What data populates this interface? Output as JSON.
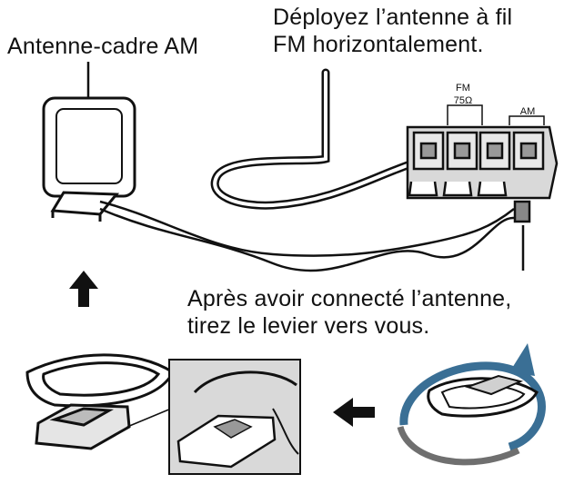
{
  "labels": {
    "am_loop_title": "Antenne-cadre AM",
    "fm_line1": "Déployez l’antenne à fil",
    "fm_line2": "FM horizontalement.",
    "after_line1": "Après avoir connecté l’antenne,",
    "after_line2": "tirez le levier vers vous."
  },
  "terminal_labels": {
    "fm": "FM",
    "fm_ohm": "75Ω",
    "am": "AM"
  },
  "colors": {
    "ink": "#111111",
    "panel_gray": "#d9d9d9",
    "arrow_gray": "#6f6f6f",
    "arrow_blue": "#3a6f95"
  },
  "icons": [
    "arrow-up-icon",
    "arrow-left-icon",
    "rotate-arrow-icon"
  ]
}
